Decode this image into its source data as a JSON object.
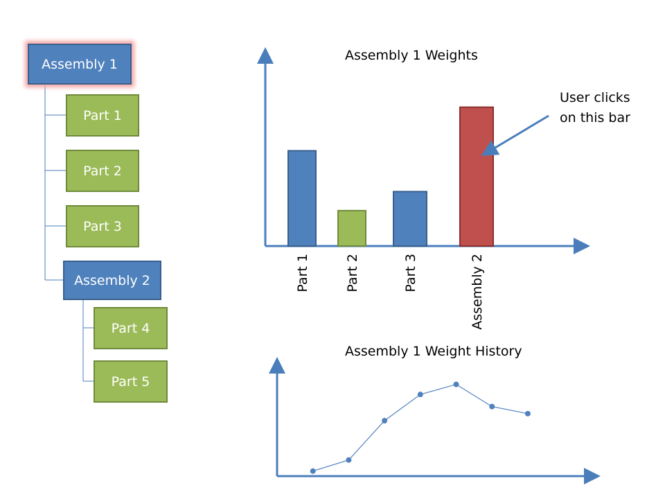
{
  "tree": {
    "nodes": [
      {
        "id": "asm1",
        "label": "Assembly 1",
        "kind": "assembly",
        "selected": true
      },
      {
        "id": "p1",
        "label": "Part 1",
        "kind": "part"
      },
      {
        "id": "p2",
        "label": "Part 2",
        "kind": "part"
      },
      {
        "id": "p3",
        "label": "Part 3",
        "kind": "part"
      },
      {
        "id": "asm2",
        "label": "Assembly 2",
        "kind": "assembly"
      },
      {
        "id": "p4",
        "label": "Part 4",
        "kind": "part"
      },
      {
        "id": "p5",
        "label": "Part 5",
        "kind": "part"
      }
    ]
  },
  "annotation": {
    "line1": "User clicks",
    "line2": "on this bar"
  },
  "colors": {
    "assembly": "#4f81bd",
    "part": "#9bbb59",
    "highlight": "#c0504d",
    "axis": "#4a7ebb",
    "selection_glow": "#f4a6a6"
  },
  "chart_data": [
    {
      "type": "bar",
      "title": "Assembly 1 Weights",
      "categories": [
        "Part 1",
        "Part 2",
        "Part 3",
        "Assembly 2"
      ],
      "values": [
        7,
        2.6,
        4,
        10.2
      ],
      "bar_colors": [
        "#4f81bd",
        "#9bbb59",
        "#4f81bd",
        "#c0504d"
      ],
      "highlighted": "Assembly 2",
      "ylim": [
        0,
        14
      ],
      "xlabel": "",
      "ylabel": "",
      "grid": false
    },
    {
      "type": "line",
      "title": "Assembly 1 Weight History",
      "x": [
        1,
        2,
        3,
        4,
        5,
        6,
        7
      ],
      "values": [
        0.5,
        1.6,
        5.5,
        8.1,
        9.1,
        6.9,
        6.2
      ],
      "xlim": [
        0,
        8.8
      ],
      "ylim": [
        0,
        11
      ],
      "xlabel": "",
      "ylabel": "",
      "grid": false
    }
  ]
}
